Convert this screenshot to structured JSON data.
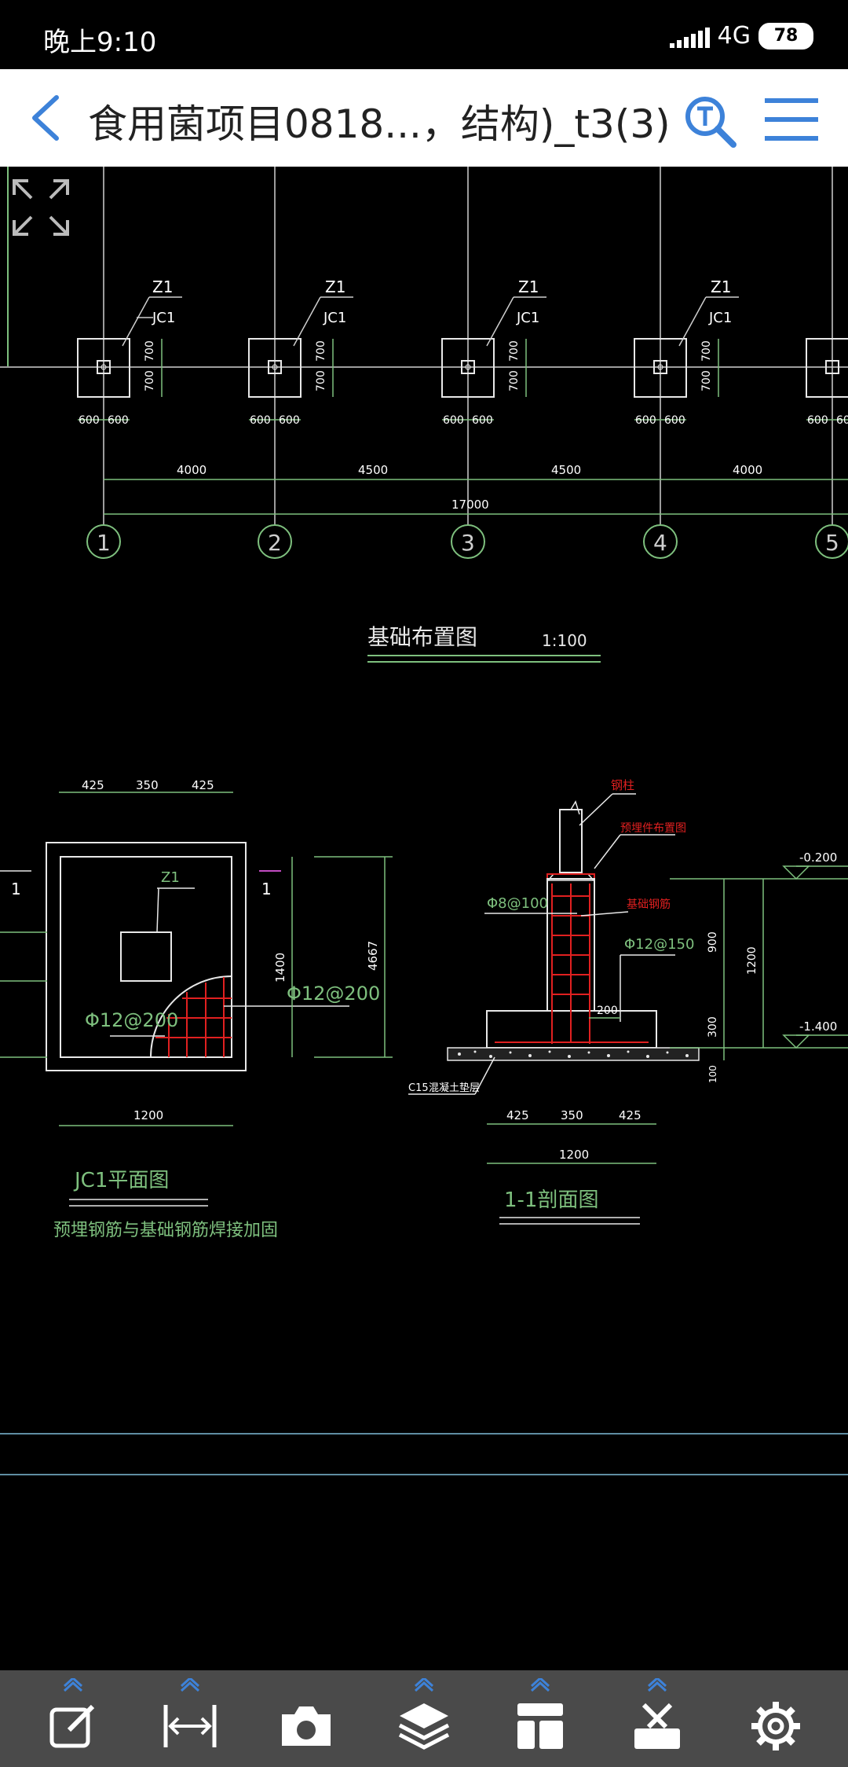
{
  "status_bar": {
    "time": "晚上9:10",
    "network": "4G",
    "battery": "78"
  },
  "title_bar": {
    "title": "食用菌项目0818...，结构)_t3(3)"
  },
  "drawing": {
    "col_labels": [
      "Z1",
      "Z1",
      "Z1",
      "Z1"
    ],
    "footing_labels": [
      "JC1",
      "JC1",
      "JC1",
      "JC1"
    ],
    "dim_700": "700",
    "dim_600": "600",
    "spans": [
      "4000",
      "4500",
      "4500",
      "4000"
    ],
    "total": "17000",
    "axes": [
      "1",
      "2",
      "3",
      "4",
      "5"
    ],
    "plan_title": "基础布置图",
    "plan_scale": "1:100",
    "jc1": {
      "top_dims": [
        "425",
        "350",
        "425"
      ],
      "col": "Z1",
      "section_mark": "1",
      "dim_1400": "1400",
      "dim_4667": "4667",
      "rebar_right": "Φ12@200",
      "rebar_left": "Φ12@200",
      "bottom_dim": "1200",
      "title": "JC1平面图",
      "note": "预埋钢筋与基础钢筋焊接加固"
    },
    "section": {
      "steel_col": "钢柱",
      "embedded": "预埋件布置图",
      "stirrup": "Φ8@100",
      "found_rebar": "基础钢筋",
      "rebar150": "Φ12@150",
      "dim_200": "200",
      "elev_top": "-0.200",
      "elev_bottom": "-1.400",
      "dim_900": "900",
      "dim_1200v": "1200",
      "dim_300": "300",
      "dim_100": "100",
      "c15": "C15",
      "cushion": "混凝土垫层",
      "bottom_dims": [
        "425",
        "350",
        "425"
      ],
      "bottom_total": "1200",
      "title": "1-1剖面图"
    }
  },
  "toolbar": {
    "tools": [
      "edit-icon",
      "measure-icon",
      "camera-icon",
      "layers-icon",
      "layout-icon",
      "toolbox-icon",
      "gear-icon"
    ]
  }
}
